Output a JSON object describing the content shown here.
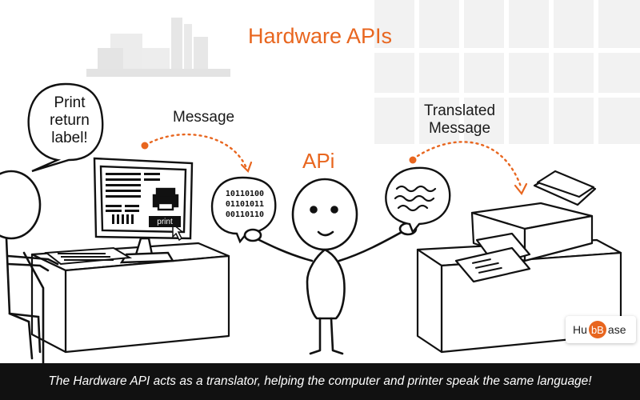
{
  "title": "Hardware APIs",
  "api_label": "APi",
  "bubble_left_lines": [
    "Print",
    "return",
    "label!"
  ],
  "message_label": "Message",
  "translated_lines": [
    "Translated",
    "Message"
  ],
  "binary_lines": [
    "10110100",
    "01101011",
    "00110110"
  ],
  "print_button": "print",
  "caption": "The Hardware API acts as a translator, helping the computer and printer speak the same language!",
  "logo": {
    "part1": "Hu",
    "part2": "bB",
    "part3": "ase"
  },
  "colors": {
    "accent": "#e8661f",
    "caption_bg": "#111111"
  }
}
